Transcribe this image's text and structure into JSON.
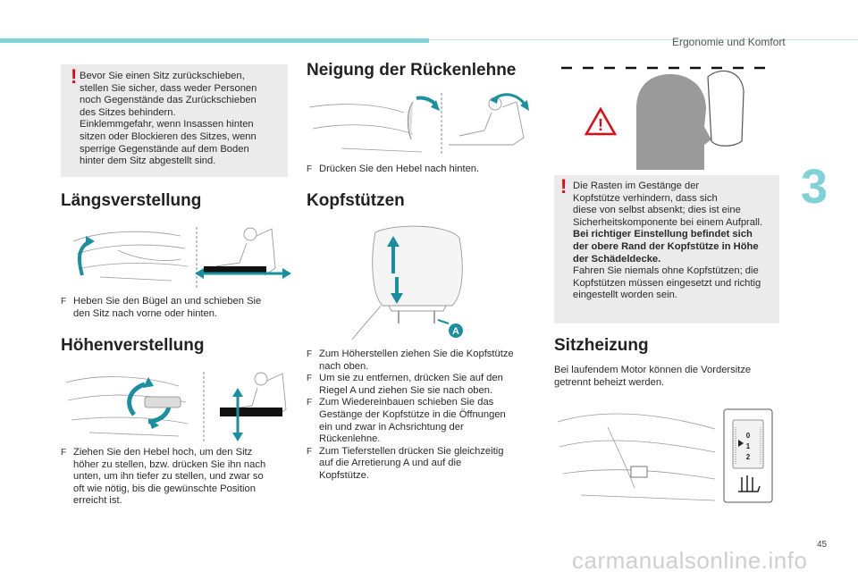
{
  "header": {
    "section_title": "Ergonomie und Komfort",
    "chapter_number": "3",
    "page_number": "45"
  },
  "watermark": "carmanualsonline.info",
  "left_column": {
    "warning_lines": [
      "Bevor Sie einen Sitz zurückschieben,",
      "stellen Sie sicher, dass weder Personen",
      "noch Gegenstände das Zurückschieben",
      "des Sitzes behindern.",
      "Einklemmgefahr, wenn Insassen hinten",
      "sitzen oder Blockieren des Sitzes, wenn",
      "sperrige Gegenstände auf dem Boden",
      "hinter dem Sitz abgestellt sind."
    ],
    "laengs_title": "Längsverstellung",
    "laengs_bullet": [
      "Heben Sie den Bügel an und schieben Sie",
      "den Sitz nach vorne oder hinten."
    ],
    "hoehen_title": "Höhenverstellung",
    "hoehen_bullet": [
      "Ziehen Sie den Hebel hoch, um den Sitz",
      "höher zu stellen, bzw. drücken Sie ihn nach",
      "unten, um ihn tiefer zu stellen, und zwar so",
      "oft wie nötig, bis die gewünschte Position",
      "erreicht ist."
    ]
  },
  "middle_column": {
    "neigung_title": "Neigung der Rückenlehne",
    "neigung_bullet": "Drücken Sie den Hebel nach hinten.",
    "kopf_title": "Kopfstützen",
    "label_a": "A",
    "kopf_bullets": [
      {
        "lines": [
          "Zum Höherstellen ziehen Sie die Kopfstütze",
          "nach oben."
        ]
      },
      {
        "lines": [
          "Um sie zu entfernen, drücken Sie auf den",
          "Riegel A und ziehen Sie sie nach oben."
        ]
      },
      {
        "lines": [
          "Zum Wiedereinbauen schieben Sie das",
          "Gestänge der Kopfstütze in die Öffnungen",
          "ein und zwar in Achsrichtung der",
          "Rückenlehne."
        ]
      },
      {
        "lines": [
          "Zum Tieferstellen drücken Sie gleichzeitig",
          "auf die Arretierung A und auf die",
          "Kopfstütze."
        ]
      }
    ]
  },
  "right_column": {
    "warning_lines": [
      "Die Rasten im Gestänge der",
      "Kopfstütze verhindern, dass sich",
      "diese von selbst absenkt; dies ist eine",
      "Sicherheitskomponente bei einem Aufprall.",
      "Bei richtiger Einstellung befindet sich",
      "der obere Rand der Kopfstütze in Höhe",
      "der Schädeldecke.",
      "Fahren Sie niemals ohne Kopfstützen; die",
      "Kopfstützen müssen eingesetzt und richtig",
      "eingestellt worden sein."
    ],
    "sitz_title": "Sitzheizung",
    "sitz_text": [
      "Bei laufendem Motor können die Vordersitze",
      "getrennt beheizt werden."
    ],
    "heat_levels": [
      "0",
      "1",
      "2"
    ]
  },
  "bullet_mark": "F",
  "warning_mark": "!",
  "colors": {
    "accent": "#7fd3d6",
    "arrow": "#1a8fa0",
    "warning": "#e30613",
    "box": "#ebebeb"
  }
}
